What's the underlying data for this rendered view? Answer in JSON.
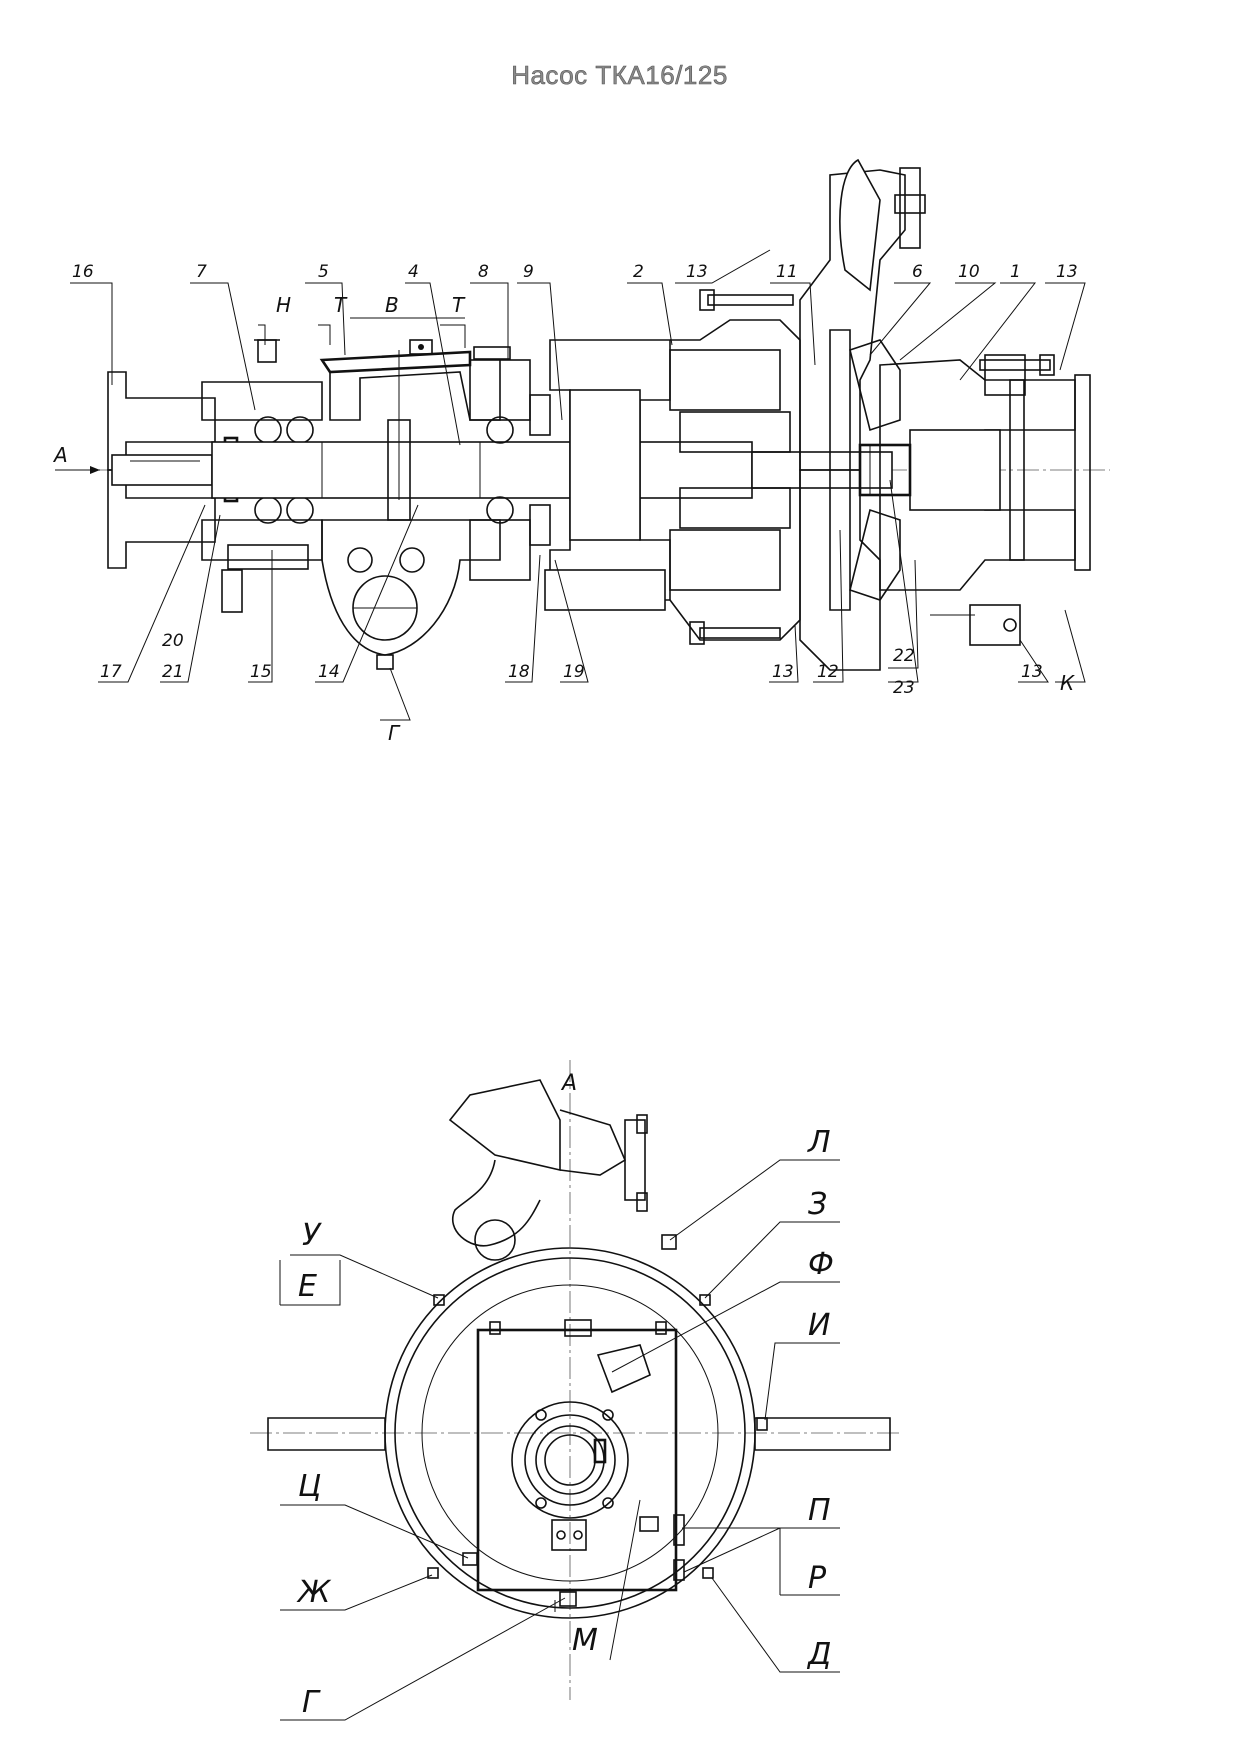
{
  "title": "Насос ТКА16/125",
  "section_view": {
    "view_arrow": "А",
    "part_callouts": {
      "p16": "16",
      "p7": "7",
      "p5": "5",
      "p4": "4",
      "p8": "8",
      "p9": "9",
      "p2": "2",
      "p13a": "13",
      "p11": "11",
      "p6": "6",
      "p10": "10",
      "p1": "1",
      "p13b": "13",
      "p17": "17",
      "p20": "20",
      "p21": "21",
      "p15": "15",
      "p14": "14",
      "p18": "18",
      "p19": "19",
      "p13c": "13",
      "p12": "12",
      "p22": "22",
      "p23": "23",
      "p13d": "13"
    },
    "letter_callouts": {
      "n": "Н",
      "t1": "Т",
      "v": "В",
      "t2": "Т",
      "g": "Г",
      "k": "К"
    }
  },
  "end_view": {
    "view_label": "А",
    "callouts": {
      "u": "У",
      "e": "Е",
      "l": "Л",
      "z": "З",
      "f": "Ф",
      "i": "И",
      "ts": "Ц",
      "p": "П",
      "r": "Р",
      "zh": "Ж",
      "d": "Д",
      "g": "Г",
      "m": "М"
    }
  },
  "hatch_color": "#111111",
  "line_color": "#111111"
}
